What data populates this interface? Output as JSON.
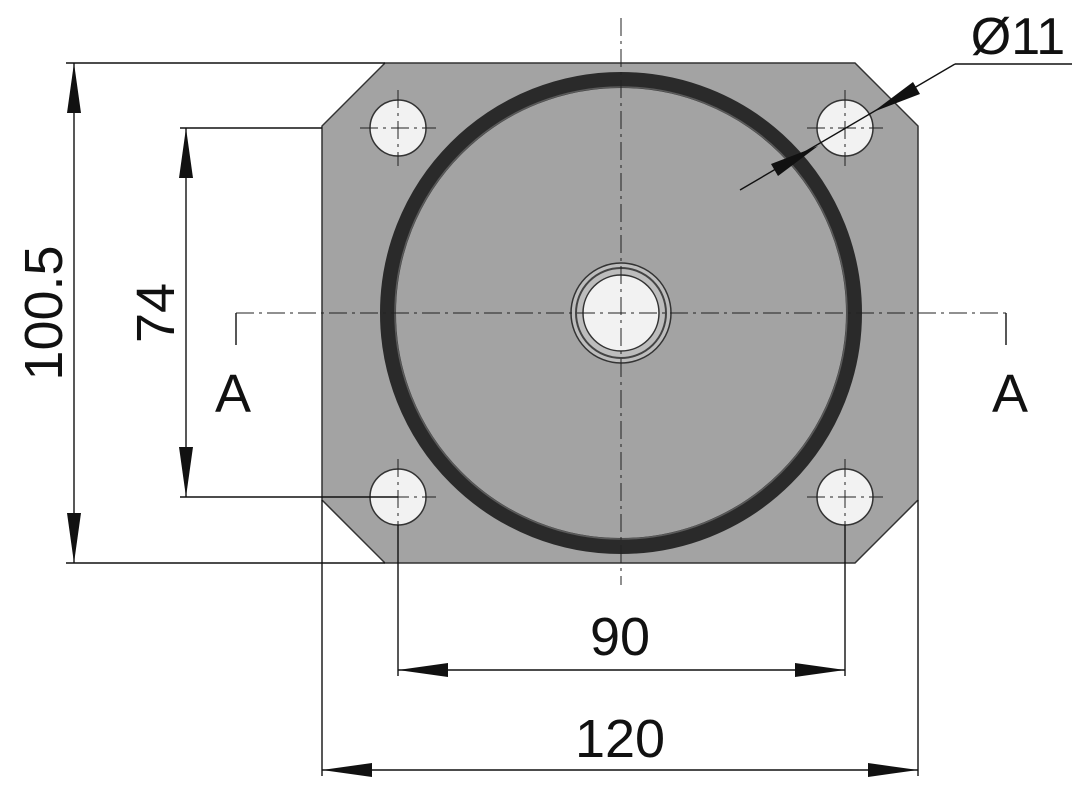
{
  "diagram": {
    "dimensions": {
      "overall_width": "120",
      "hole_spacing_x": "90",
      "overall_height": "100.5",
      "hole_spacing_y": "74",
      "hole_diameter": "Ø11"
    },
    "section_labels": {
      "left": "A",
      "right": "A"
    },
    "colors": {
      "plate_fill": "#a3a3a3",
      "ring_dark": "#2a2a2a",
      "hole_fill": "#f2f2f2",
      "line": "#111111"
    }
  }
}
